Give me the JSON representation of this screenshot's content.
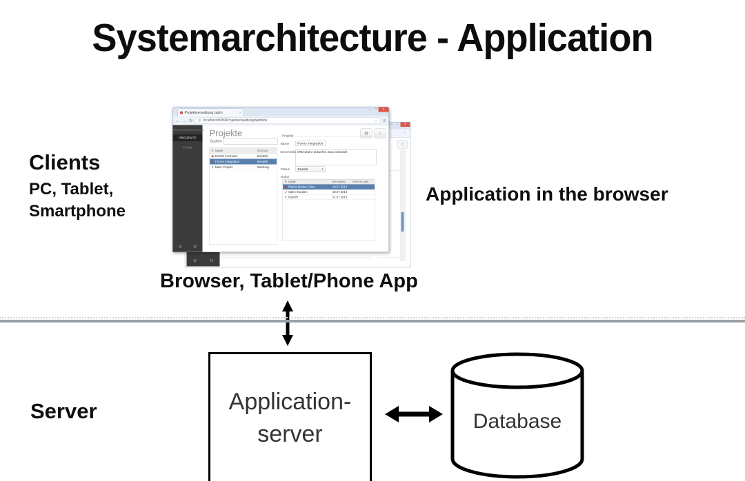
{
  "page": {
    "title": "Systemarchitecture - Application"
  },
  "labels": {
    "clients_title": "Clients",
    "clients_sub1": "PC, Tablet,",
    "clients_sub2": "Smartphone",
    "app_in_browser": "Application in the browser",
    "browser_caption": "Browser, Tablet/Phone App",
    "server": "Server"
  },
  "shapes": {
    "app_server_line1": "Application-",
    "app_server_line2": "server",
    "database": "Database"
  },
  "colors": {
    "selection_blue": "#587fae",
    "close_red": "#dd564a",
    "sidebar_dark": "#3b3b3b",
    "divider_gray": "#9aa0a4"
  },
  "icons": {
    "close": "×",
    "minimize": "–",
    "maximize": "□",
    "back": "←",
    "forward": "→",
    "reload": "↻",
    "star": "☆",
    "menu": "≡",
    "home": "⌂",
    "gear": "⚙",
    "wrench": "⚒",
    "caret": "▾",
    "doc": "▤",
    "refresh_col": "↻"
  },
  "browser_window": {
    "tab_title": "Projektverwaltung (adm",
    "url": "localhost:8080/Projektverwaltung/webtool/",
    "sidebar": {
      "header": "PROJEKTVERWALTUNG",
      "items": [
        {
          "label": "PROJEKTE",
          "active": true
        },
        {
          "label": "Todos",
          "active": false
        }
      ]
    },
    "app": {
      "heading": "Projekte",
      "search_label": "Suchen",
      "list": {
        "columns": [
          "NAME",
          "STATUS"
        ],
        "rows": [
          {
            "icon": "flower",
            "name": "ECMS Formular",
            "status": "Bestellt",
            "selected": false
          },
          {
            "icon": "pencil",
            "name": "Forms Integration",
            "status": "Bestellt",
            "selected": true
          },
          {
            "icon": "pin",
            "name": "Mein Projekt",
            "status": "Wartung",
            "selected": false
          }
        ]
      },
      "detail": {
        "legend": "Projekte",
        "name_label": "Name",
        "name_value": "Forms Integration",
        "desc_label": "Beschreibung",
        "desc_value": "CRM wird in Zukunft in Java entwickelt",
        "status_label": "Status",
        "status_value": "Bestellt",
        "todos_label": "Todos",
        "todos_columns": [
          "NAME",
          "BIS WANN",
          "PORTALLINK"
        ],
        "todos_rows": [
          {
            "icon": "flower",
            "name": "iPad & iBooks Client",
            "date": "19.07.2013",
            "portal": "",
            "selected": true
          },
          {
            "icon": "pencil",
            "name": "Sales Stunden",
            "date": "10.07.2013",
            "portal": "",
            "selected": false
          },
          {
            "icon": "pin",
            "name": "KickOff",
            "date": "01.07.2013",
            "portal": "",
            "selected": false
          }
        ]
      }
    }
  }
}
